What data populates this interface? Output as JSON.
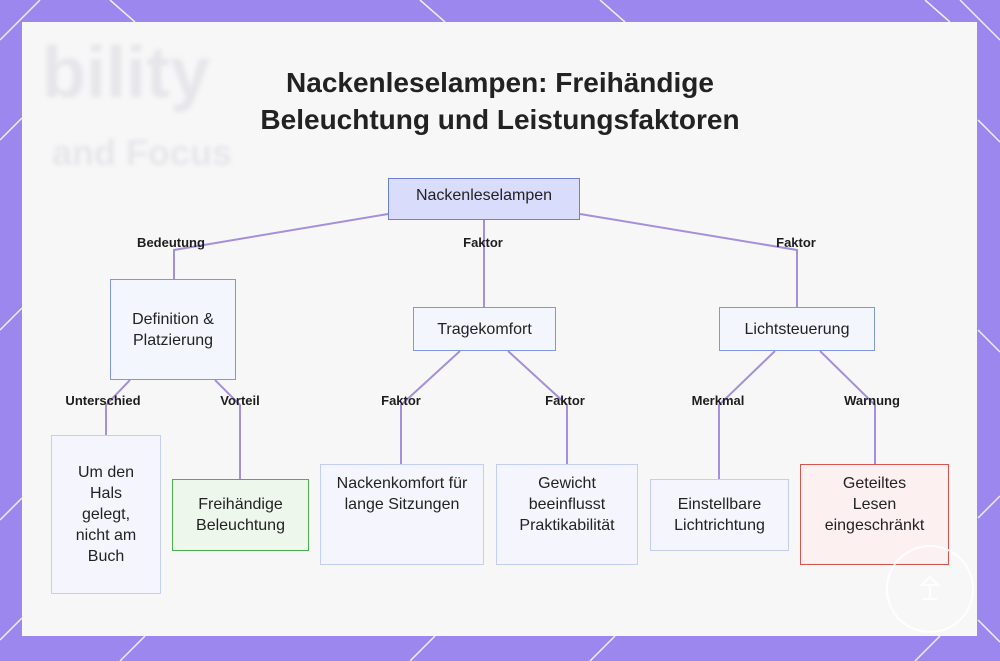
{
  "title": {
    "line1": "Nackenleselampen: Freihändige",
    "line2": "Beleuchtung und Leistungsfaktoren"
  },
  "nodes": {
    "root": "Nackenleselampen",
    "definition": "Definition & Platzierung",
    "tragekomfort": "Tragekomfort",
    "lichtsteuerung": "Lichtsteuerung",
    "um_den_hals": "Um den Hals gelegt, nicht am Buch",
    "freihaendig": "Freihändige Beleuchtung",
    "nackenkomfort": "Nackenkomfort für lange Sitzungen",
    "gewicht": "Gewicht beeinflusst Praktikabilität",
    "lichtrichtung": "Einstellbare Lichtrichtung",
    "geteiltes_lesen": "Geteiltes Lesen eingeschränkt"
  },
  "edge_labels": {
    "bedeutung": "Bedeutung",
    "faktor_root_trage": "Faktor",
    "faktor_root_licht": "Faktor",
    "unterschied": "Unterschied",
    "vorteil": "Vorteil",
    "faktor_trage_nacken": "Faktor",
    "faktor_trage_gewicht": "Faktor",
    "merkmal": "Merkmal",
    "warnung": "Warnung"
  },
  "background_text": {
    "word1": "bility",
    "word2": "and Focus"
  },
  "colors": {
    "frame": "#9b87ee",
    "edge": "#a58fdc",
    "node_border": "#7f97e0",
    "root_fill": "#d9dcfb",
    "advantage_border": "#4caf50",
    "warning_border": "#d9534f"
  },
  "logo_icon": "badge-logo-icon"
}
